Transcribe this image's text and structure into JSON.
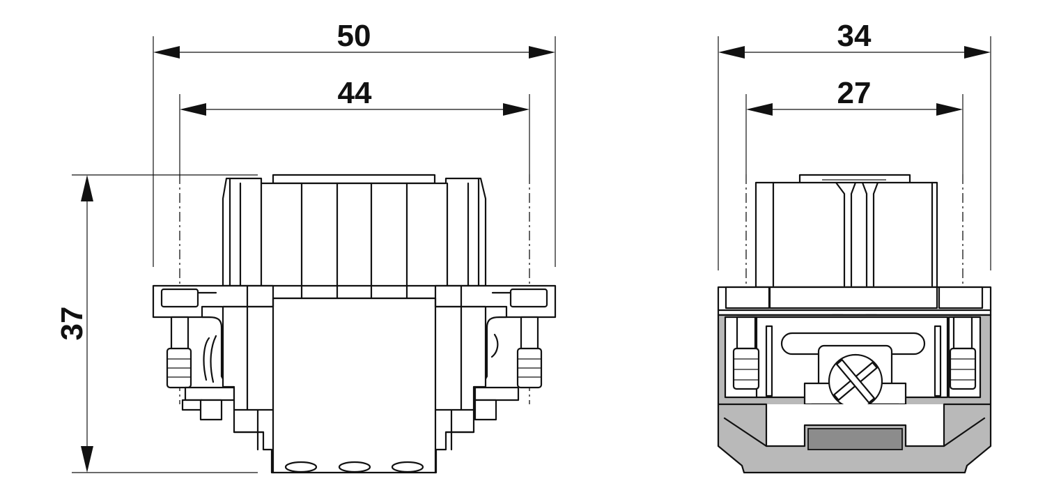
{
  "dimensions": {
    "side_overall_width": "50",
    "side_pin_spacing": "44",
    "side_height": "37",
    "front_overall_width": "34",
    "front_pin_spacing": "27"
  },
  "colors": {
    "line": "#111111",
    "fill_light": "#ffffff",
    "fill_grey": "#b9b9b9"
  }
}
